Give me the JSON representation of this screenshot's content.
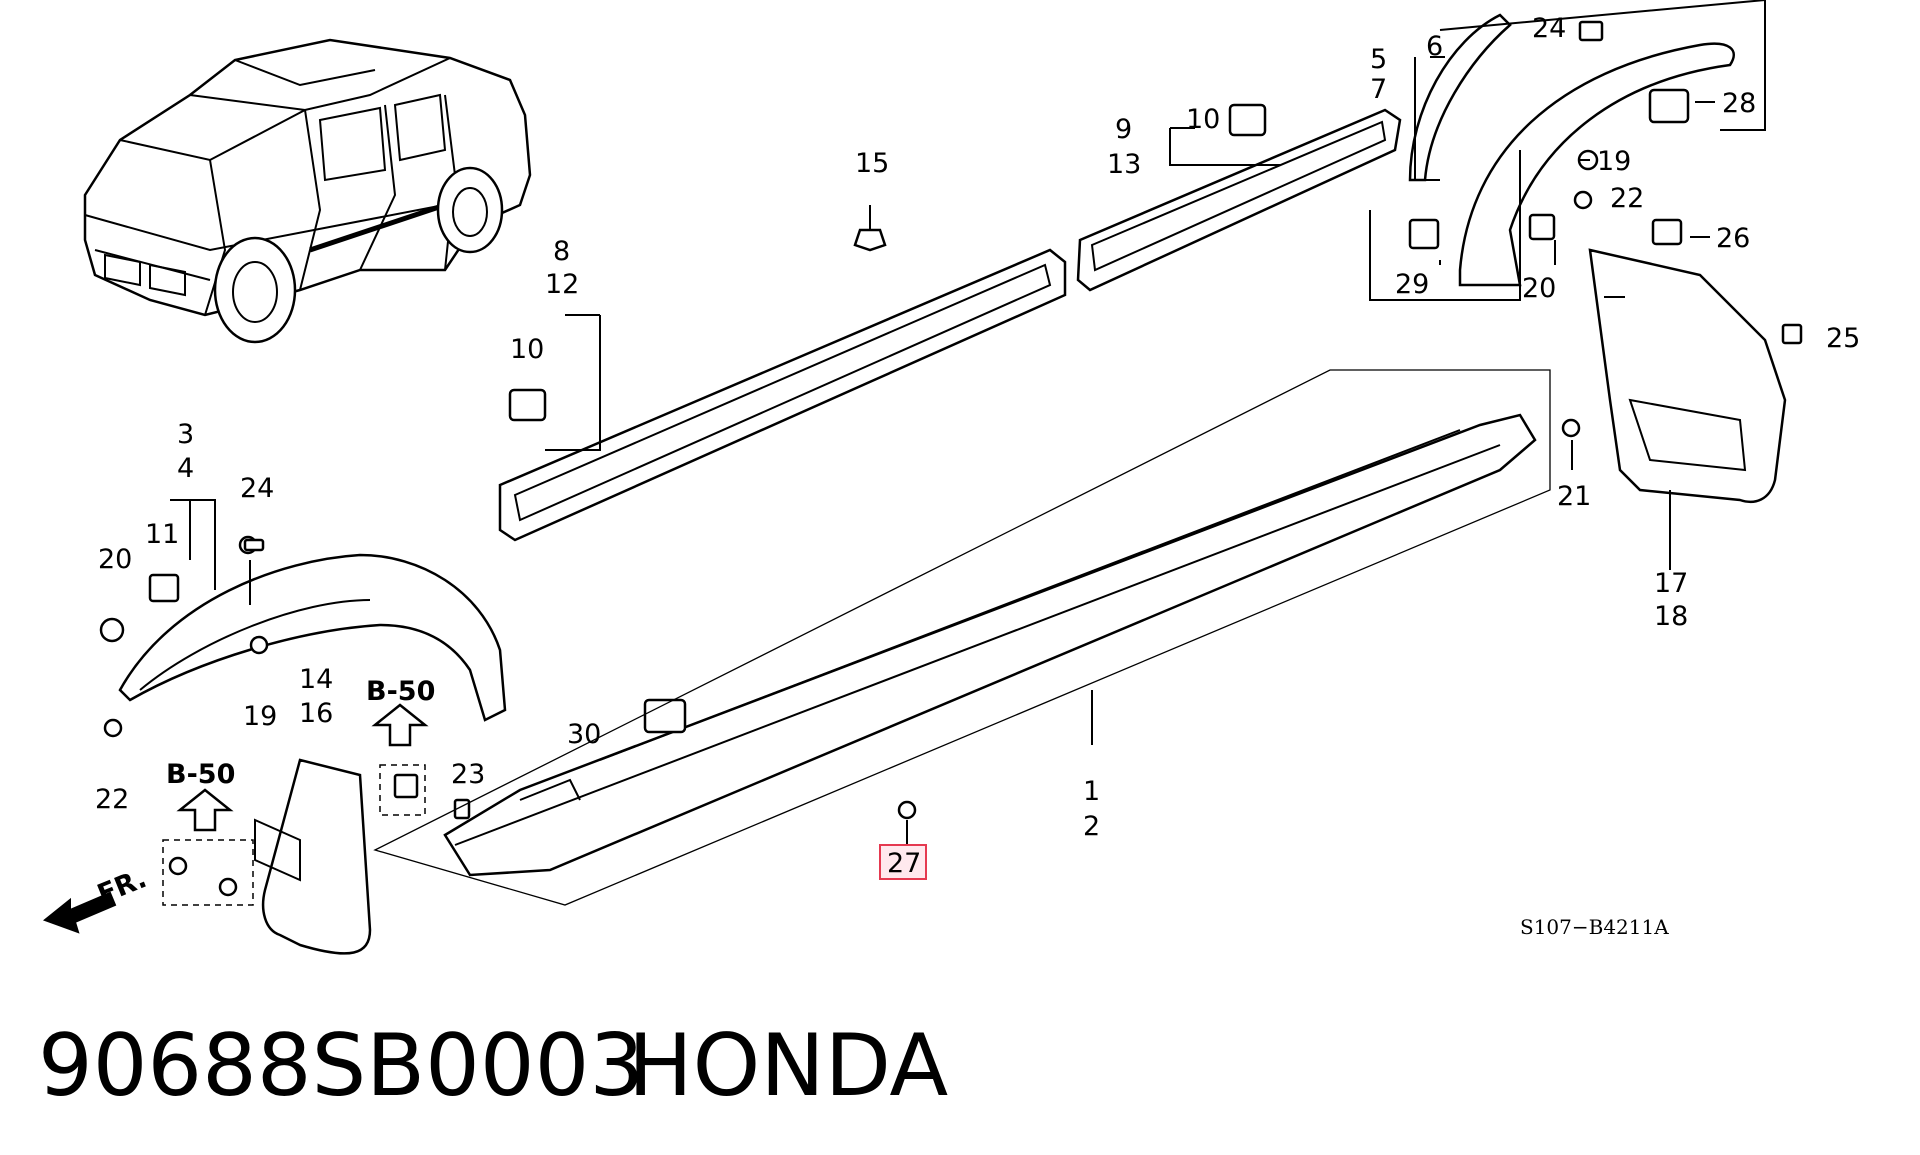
{
  "diagram": {
    "drawing_code": "S107−B4211A",
    "view_ref_labels": [
      "B-50",
      "B-50"
    ],
    "front_arrow_label": "FR.",
    "highlighted_callout": "27",
    "callouts": {
      "c1": "1",
      "c2": "2",
      "c3": "3",
      "c4": "4",
      "c5": "5",
      "c6": "6",
      "c7": "7",
      "c8": "8",
      "c9": "9",
      "c10a": "10",
      "c10b": "10",
      "c11": "11",
      "c12": "12",
      "c13": "13",
      "c14": "14",
      "c15": "15",
      "c16": "16",
      "c17": "17",
      "c18": "18",
      "c19a": "19",
      "c19b": "19",
      "c20a": "20",
      "c20b": "20",
      "c21": "21",
      "c22a": "22",
      "c22b": "22",
      "c23": "23",
      "c24a": "24",
      "c24b": "24",
      "c25": "25",
      "c26": "26",
      "c27": "27",
      "c28": "28",
      "c29": "29",
      "c30": "30"
    }
  },
  "caption": {
    "part_number": "90688SB0003",
    "brand": "HONDA"
  }
}
